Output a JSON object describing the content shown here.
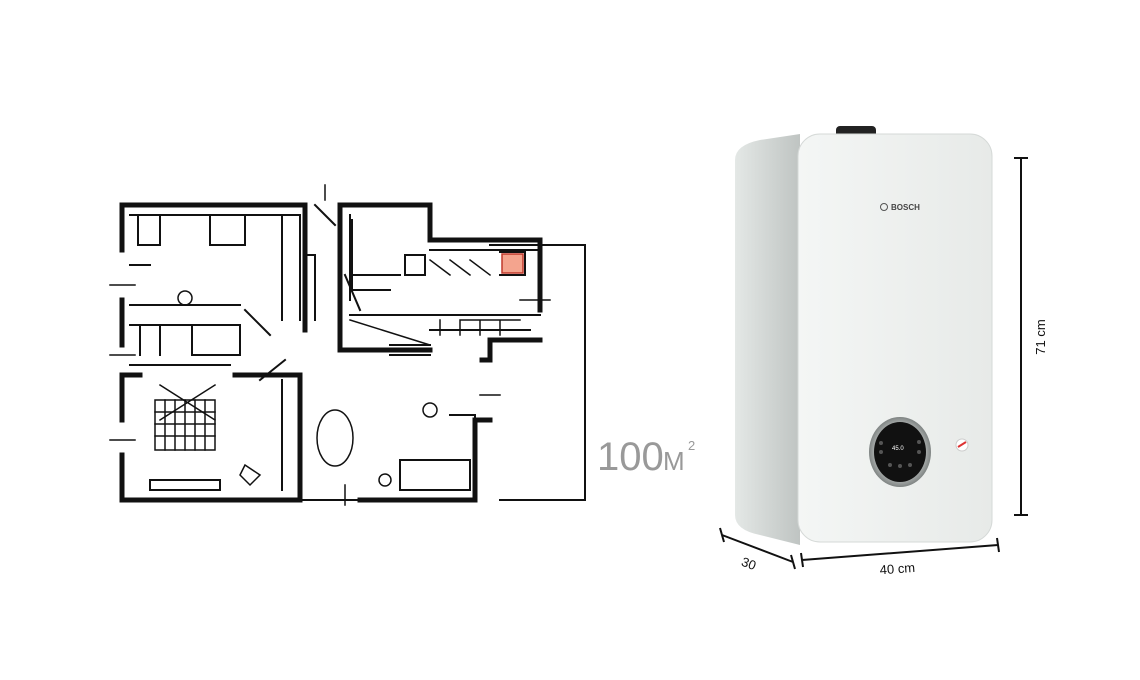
{
  "floorplan": {
    "area_value": "100",
    "area_unit": "M",
    "area_exp": "2"
  },
  "boiler": {
    "brand": "BOSCH",
    "display_reading": "45.0",
    "accent_color": "#f4a48e"
  },
  "dimensions": {
    "height": "71 cm",
    "depth": "30",
    "width": "40 cm"
  }
}
